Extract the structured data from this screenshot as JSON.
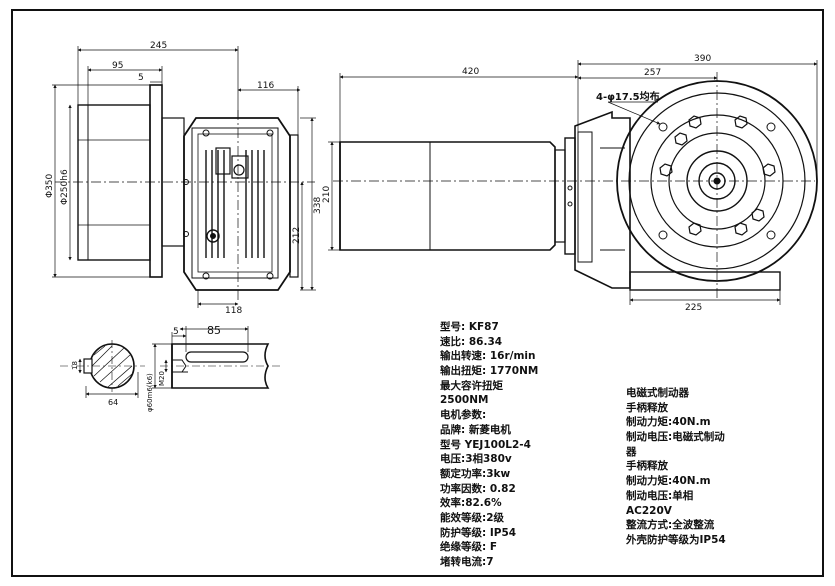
{
  "front_view": {
    "dims": {
      "d245": "245",
      "d95": "95",
      "d5": "5",
      "d116": "116",
      "d350": "Φ350",
      "d250": "Φ250h6",
      "d212": "212",
      "d338": "338",
      "d118": "118"
    }
  },
  "side_view": {
    "dims": {
      "d420": "420",
      "d390": "390",
      "d257": "257",
      "hole": "4-φ17.5均布",
      "d210": "210",
      "d225": "225"
    }
  },
  "shaft_detail": {
    "dims": {
      "d5": "5",
      "d85": "85",
      "d18": "18",
      "d64": "64",
      "m20": "M20",
      "d60": "φ60m6(k6)"
    }
  },
  "specs_left": [
    "型号: KF87",
    "速比: 86.34",
    "输出转速: 16r/min",
    "输出扭矩: 1770NM",
    "最大容许扭矩",
    "2500NM",
    "电机参数:",
    "品牌: 新菱电机",
    "型号 YEJ100L2-4",
    "电压:3相380v",
    "额定功率:3kw",
    "功率因数: 0.82",
    "效率:82.6%",
    "能效等级:2级",
    "防护等级: IP54",
    "绝缘等级: F",
    "堵转电流:7"
  ],
  "specs_right": [
    "电磁式制动器",
    "手柄释放",
    "制动力矩:40N.m",
    "制动电压:电磁式制动",
    "器",
    "手柄释放",
    "制动力矩:40N.m",
    "制动电压:单相",
    "AC220V",
    "整流方式:全波整流",
    "外壳防护等级为IP54"
  ]
}
